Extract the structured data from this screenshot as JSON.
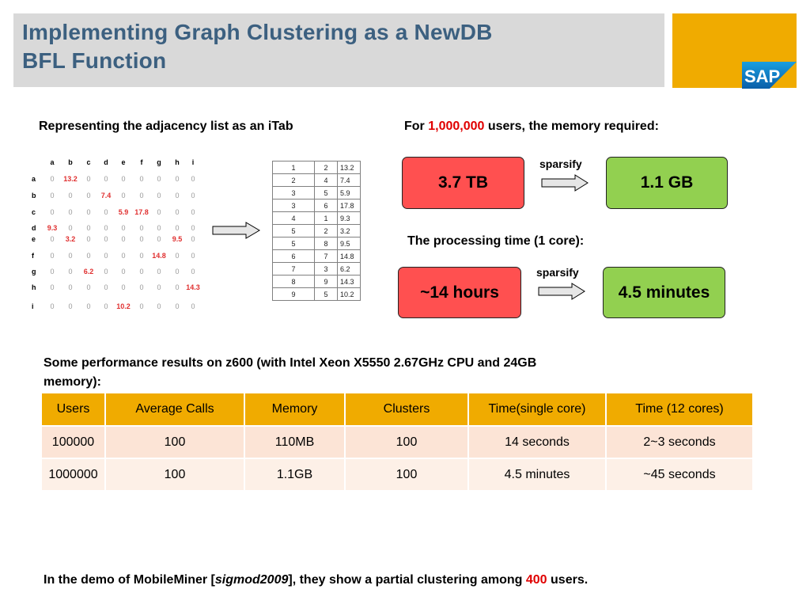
{
  "header": {
    "title_line1": "Implementing Graph Clustering as a NewDB",
    "title_line2": "BFL Function",
    "logo_text": "SAP"
  },
  "adjacency": {
    "heading": "Representing the adjacency list as an iTab",
    "columns": [
      "a",
      "b",
      "c",
      "d",
      "e",
      "f",
      "g",
      "h",
      "i"
    ],
    "rows": [
      {
        "label": "a",
        "values": [
          "0",
          "13.2",
          "0",
          "0",
          "0",
          "0",
          "0",
          "0",
          "0"
        ]
      },
      {
        "label": "b",
        "values": [
          "0",
          "0",
          "0",
          "7.4",
          "0",
          "0",
          "0",
          "0",
          "0"
        ]
      },
      {
        "label": "c",
        "values": [
          "0",
          "0",
          "0",
          "0",
          "5.9",
          "17.8",
          "0",
          "0",
          "0"
        ]
      },
      {
        "label": "d",
        "values": [
          "9.3",
          "0",
          "0",
          "0",
          "0",
          "0",
          "0",
          "0",
          "0"
        ]
      },
      {
        "label": "e",
        "values": [
          "0",
          "3.2",
          "0",
          "0",
          "0",
          "0",
          "0",
          "9.5",
          "0"
        ]
      },
      {
        "label": "f",
        "values": [
          "0",
          "0",
          "0",
          "0",
          "0",
          "0",
          "14.8",
          "0",
          "0"
        ]
      },
      {
        "label": "g",
        "values": [
          "0",
          "0",
          "6.2",
          "0",
          "0",
          "0",
          "0",
          "0",
          "0"
        ]
      },
      {
        "label": "h",
        "values": [
          "0",
          "0",
          "0",
          "0",
          "0",
          "0",
          "0",
          "0",
          "14.3"
        ]
      },
      {
        "label": "i",
        "values": [
          "0",
          "0",
          "0",
          "0",
          "10.2",
          "0",
          "0",
          "0",
          "0"
        ]
      }
    ]
  },
  "itab": {
    "rows": [
      [
        "1",
        "2",
        "13.2"
      ],
      [
        "2",
        "4",
        "7.4"
      ],
      [
        "3",
        "5",
        "5.9"
      ],
      [
        "3",
        "6",
        "17.8"
      ],
      [
        "4",
        "1",
        "9.3"
      ],
      [
        "5",
        "2",
        "3.2"
      ],
      [
        "5",
        "8",
        "9.5"
      ],
      [
        "6",
        "7",
        "14.8"
      ],
      [
        "7",
        "3",
        "6.2"
      ],
      [
        "8",
        "9",
        "14.3"
      ],
      [
        "9",
        "5",
        "10.2"
      ]
    ]
  },
  "memory": {
    "heading_prefix": "For ",
    "heading_number": "1,000,000",
    "heading_suffix": " users, the memory required:",
    "before": "3.7 TB",
    "label": "sparsify",
    "after": "1.1 GB"
  },
  "time": {
    "heading": "The processing time (1 core):",
    "before": "~14 hours",
    "label": "sparsify",
    "after": "4.5 minutes"
  },
  "results": {
    "heading_line1": "Some performance results on z600 (with Intel Xeon X5550 2.67GHz CPU and 24GB",
    "heading_line2": "memory):",
    "columns": [
      "Users",
      "Average Calls",
      "Memory",
      "Clusters",
      "Time(single core)",
      "Time (12 cores)"
    ],
    "rows": [
      [
        "100000",
        "100",
        "110MB",
        "100",
        "14 seconds",
        "2~3 seconds"
      ],
      [
        "1000000",
        "100",
        "1.1GB",
        "100",
        "4.5 minutes",
        "~45 seconds"
      ]
    ]
  },
  "footer": {
    "prefix": "In the demo of MobileMiner [",
    "venue": "sigmod2009",
    "middle": "], they show a partial clustering among ",
    "number": "400",
    "suffix": " users."
  },
  "colors": {
    "title": "#3c6080",
    "accent": "#f0ab00",
    "red_box": "#ff5050",
    "green_box": "#92d050",
    "highlight": "#e00000"
  }
}
